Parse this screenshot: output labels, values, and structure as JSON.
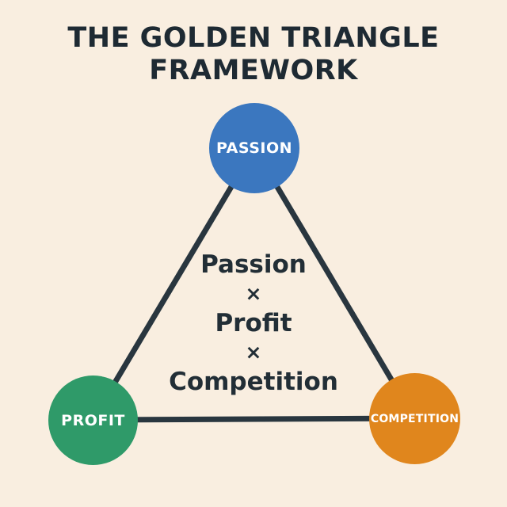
{
  "title": {
    "line1": "THE GOLDEN TRIANGLE",
    "line2": "FRAMEWORK"
  },
  "nodes": {
    "passion": {
      "label": "PASSION",
      "color": "#3b77bf"
    },
    "profit": {
      "label": "PROFIT",
      "color": "#2f9a69"
    },
    "competition": {
      "label": "COMPETITION",
      "color": "#e0861d"
    }
  },
  "equation": {
    "lines": [
      "Passion",
      "×",
      "Profit",
      "×",
      "Competition"
    ]
  },
  "colors": {
    "background": "#f9eee0",
    "text": "#1e2a33",
    "triangle_line": "#29363f"
  }
}
